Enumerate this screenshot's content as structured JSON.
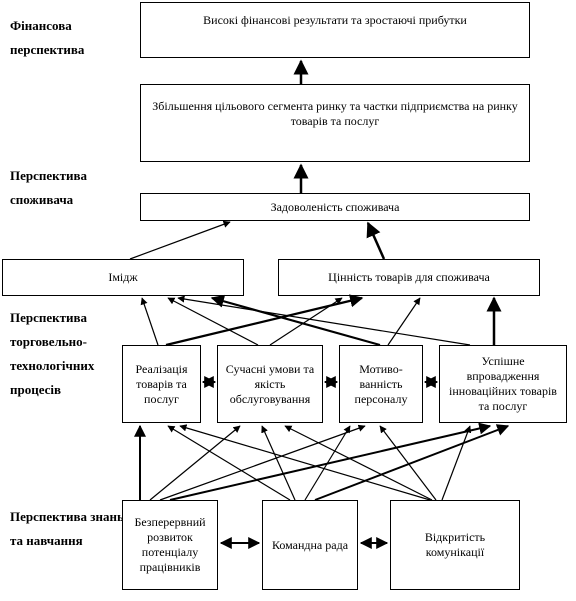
{
  "perspectives": {
    "financial": "Фінансова перспектива",
    "consumer": "Перспектива споживача",
    "processes": "Перспектива торговельно-технологічних процесів",
    "learning": "Перспектива знань та навчання"
  },
  "boxes": {
    "profit": "Високі фінансові результати та зростаючі  прибутки",
    "market_share": "Збільшення цільового сегмента ринку та частки підприємства на ринку товарів та послуг",
    "satisfaction": "Задоволеність споживача",
    "image": "Імідж",
    "value": "Цінність товарів для споживача",
    "sales": "Реалізація товарів та послуг",
    "conditions": "Сучасні умови та якість обслуговування",
    "motivation": "Мотиво-ванність персоналу",
    "innovation": "Успішне впровадження інноваційних товарів та послуг",
    "development": "Безперервний розвиток потенціалу працівників",
    "team": "Командна рада",
    "openness": "Відкритість комунікації"
  }
}
